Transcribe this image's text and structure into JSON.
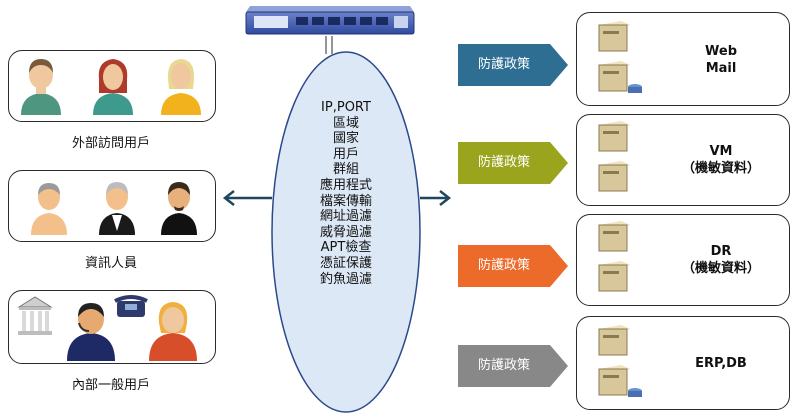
{
  "firewall": {
    "icon": "firewall-appliance-icon"
  },
  "user_groups": [
    {
      "label": "外部訪問用戶",
      "icon": "external-users-icon"
    },
    {
      "label": "資訊人員",
      "icon": "it-staff-icon"
    },
    {
      "label": "內部一般用戶",
      "icon": "internal-users-icon"
    }
  ],
  "policy_items": [
    "IP,PORT",
    "區域",
    "國家",
    "用戶",
    "群組",
    "應用程式",
    "檔案傳輸",
    "網址過濾",
    "威脅過濾",
    "APT檢查",
    "憑証保護",
    "釣魚過濾"
  ],
  "policies": [
    {
      "label": "防護政策",
      "color": "#2e6e93"
    },
    {
      "label": "防護政策",
      "color": "#9aa51d"
    },
    {
      "label": "防護政策",
      "color": "#ec6a2a"
    },
    {
      "label": "防護政策",
      "color": "#888888"
    }
  ],
  "server_groups": [
    {
      "line1": "Web",
      "line2": "Mail"
    },
    {
      "line1": "VM",
      "line2": "（機敏資料）"
    },
    {
      "line1": "DR",
      "line2": "（機敏資料）"
    },
    {
      "line1": "ERP,DB",
      "line2": ""
    }
  ],
  "arrow_color": "#1f4560"
}
